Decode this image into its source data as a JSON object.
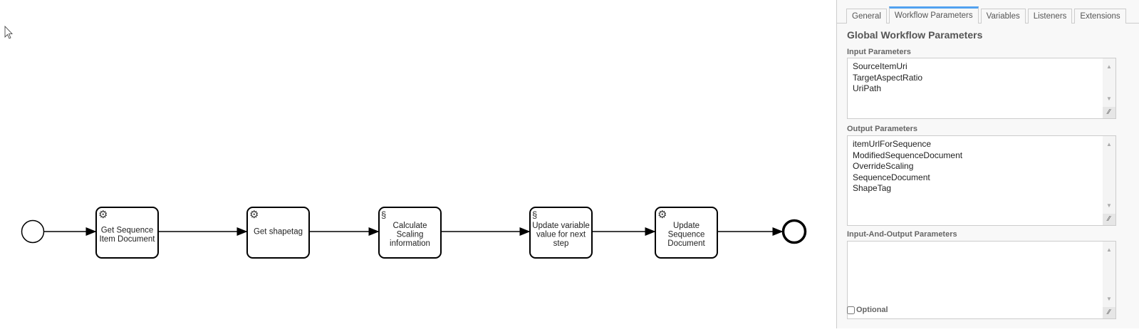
{
  "diagram": {
    "tasks": [
      {
        "type": "service",
        "icon": "gear-icon",
        "lines": [
          "Get Sequence",
          "Item Document"
        ]
      },
      {
        "type": "service",
        "icon": "gear-icon",
        "lines": [
          "Get shapetag"
        ]
      },
      {
        "type": "script",
        "icon": "script-icon",
        "lines": [
          "Calculate",
          "Scaling",
          "information"
        ]
      },
      {
        "type": "script",
        "icon": "script-icon",
        "lines": [
          "Update variable",
          "value for next",
          "step"
        ]
      },
      {
        "type": "service",
        "icon": "gear-icon",
        "lines": [
          "Update",
          "Sequence",
          "Document"
        ]
      }
    ]
  },
  "panel": {
    "tabs": [
      "General",
      "Workflow Parameters",
      "Variables",
      "Listeners",
      "Extensions"
    ],
    "active_tab": "Workflow Parameters",
    "title": "Global Workflow Parameters",
    "input_label": "Input Parameters",
    "input_values": [
      "SourceItemUri",
      "TargetAspectRatio",
      "UriPath"
    ],
    "output_label": "Output Parameters",
    "output_values": [
      "itemUrlForSequence",
      "ModifiedSequenceDocument",
      "OverrideScaling",
      "SequenceDocument",
      "ShapeTag"
    ],
    "io_label": "Input-And-Output Parameters",
    "io_values": [],
    "optional_label": "Optional",
    "optional_checked": false,
    "accent": "#52a2f0"
  }
}
